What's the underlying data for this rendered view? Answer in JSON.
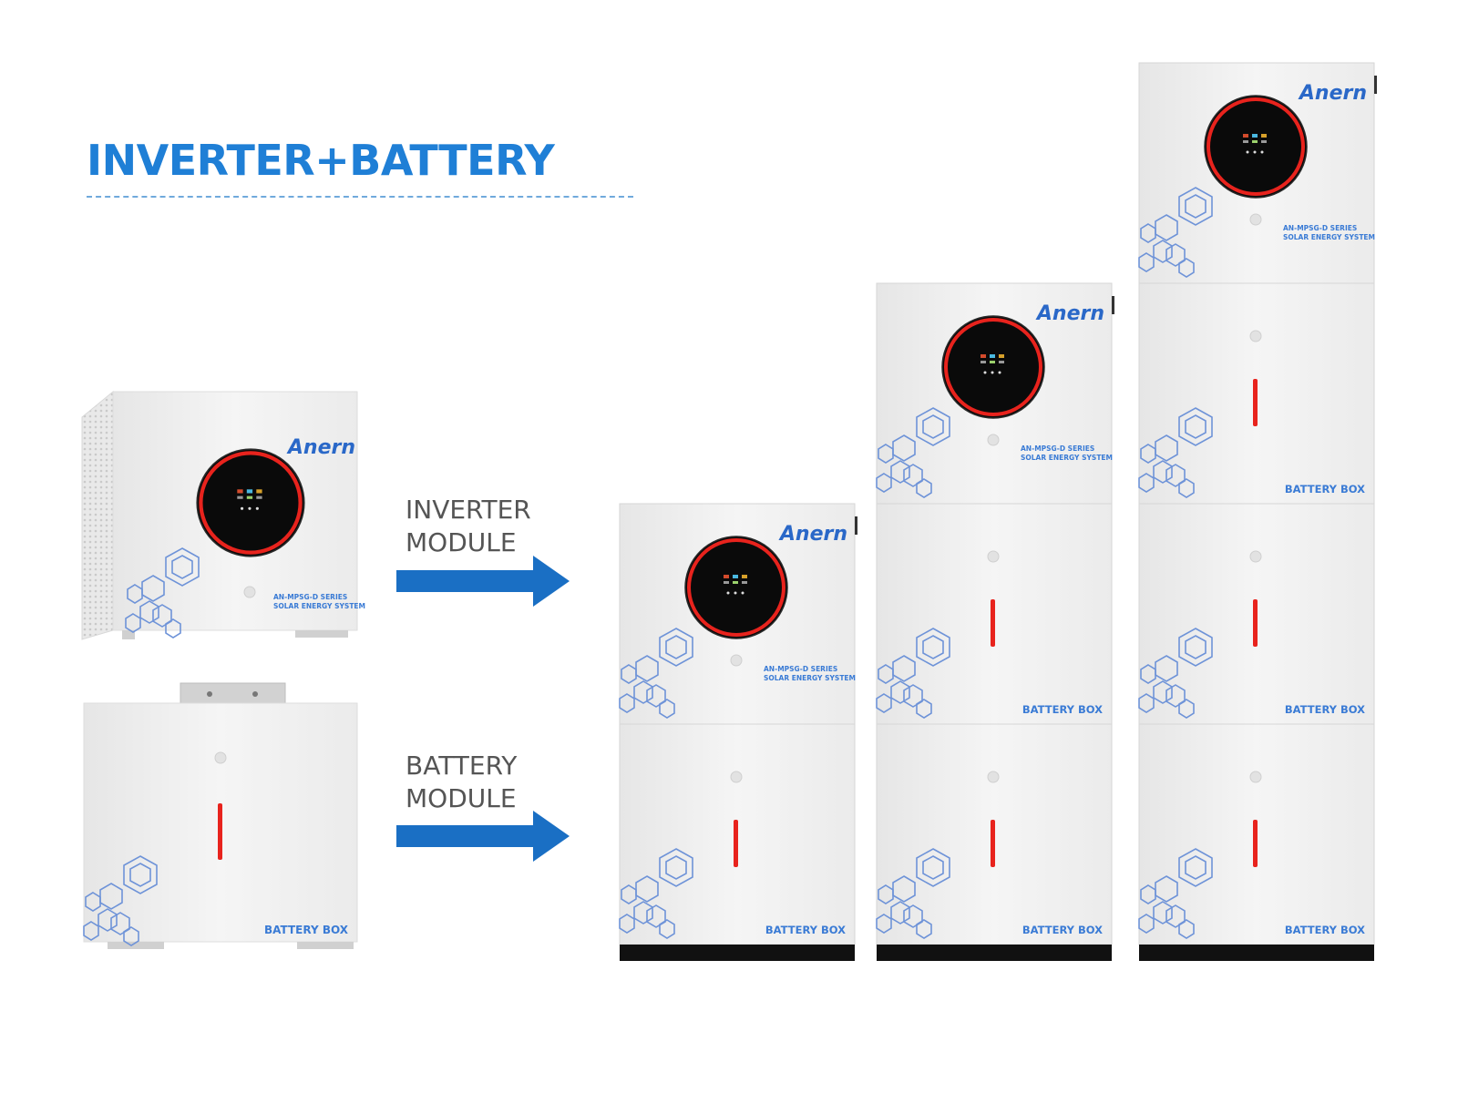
{
  "title": "INVERTER+BATTERY",
  "labels": {
    "inverter_line1": "INVERTER",
    "inverter_line2": "MODULE",
    "battery_line1": "BATTERY",
    "battery_line2": "MODULE"
  },
  "product": {
    "brand": "Anern",
    "series_line1": "AN-MPSG-D SERIES",
    "series_line2": "SOLAR ENERGY SYSTEM",
    "battery_box_label": "BATTERY BOX"
  },
  "colors": {
    "title_blue": "#1f7fd6",
    "arrow_blue": "#1a6fc4",
    "display_ring_red": "#e8231d",
    "hex_pattern_blue": "#6e93d8",
    "label_blue": "#3a7bd5",
    "casing_white": "#efefef"
  },
  "stacks": [
    {
      "name": "stack-1",
      "battery_count": 1
    },
    {
      "name": "stack-2",
      "battery_count": 2
    },
    {
      "name": "stack-3",
      "battery_count": 3
    }
  ]
}
